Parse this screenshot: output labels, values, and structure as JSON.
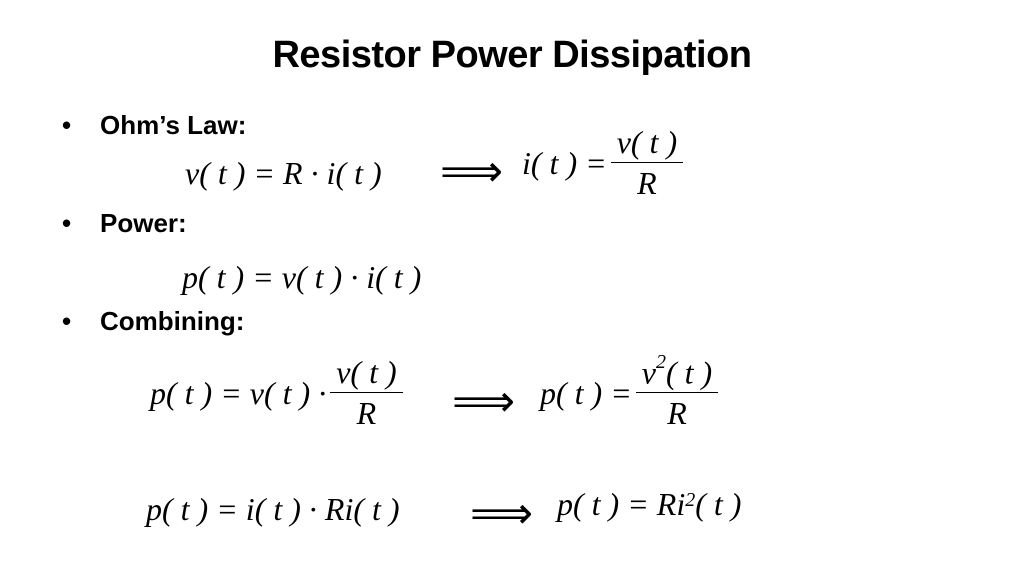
{
  "slide": {
    "title": "Resistor Power Dissipation",
    "bullet_char": "•",
    "bullets": [
      {
        "label": "Ohm’s Law:"
      },
      {
        "label": "Power:"
      },
      {
        "label": "Combining:"
      }
    ],
    "implies_symbol": "⟹",
    "equations": {
      "ohms_left": "v( t ) = R · i( t )",
      "ohms_right_lhs": "i( t ) =",
      "ohms_right_num": "v( t )",
      "ohms_right_den": "R",
      "power": "p( t ) = v( t ) · i( t )",
      "comb1_lhs": "p( t ) = v( t ) ·",
      "comb1_num": "v( t )",
      "comb1_den": "R",
      "comb1_result_lhs": "p( t ) =",
      "comb1_result_num_base": "v",
      "comb1_result_num_exp": "2",
      "comb1_result_num_rest": "( t )",
      "comb1_result_den": "R",
      "comb2_lhs": "p( t ) = i( t ) · Ri( t )",
      "comb2_result_base": "p( t ) = Ri",
      "comb2_result_exp": "2",
      "comb2_result_rest": "( t )"
    }
  }
}
